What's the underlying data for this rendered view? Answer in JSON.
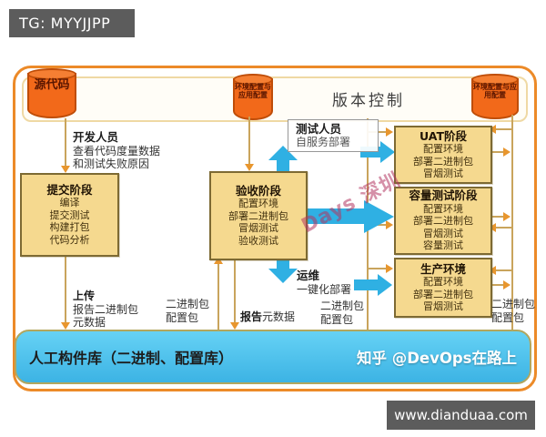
{
  "badge": {
    "text": "TG: MYYJJPP"
  },
  "footer": {
    "url": "www.dianduaa.com"
  },
  "diagram": {
    "version_control": {
      "title": "版本控制",
      "cylinders": [
        {
          "label": "源代码"
        },
        {
          "label": "环境配置与应用配置"
        },
        {
          "label": "环境配置与应用配置"
        }
      ]
    },
    "roles": {
      "developer": {
        "title": "开发人员",
        "line1": "查看代码度量数据",
        "line2": "和测试失败原因"
      },
      "tester": {
        "title": "测试人员",
        "subtitle": "自服务部署"
      },
      "ops": {
        "title": "运维",
        "subtitle": "一键化部署"
      }
    },
    "stages": {
      "commit": {
        "title": "提交阶段",
        "items": [
          "编译",
          "提交测试",
          "构建打包",
          "代码分析"
        ]
      },
      "acceptance": {
        "title": "验收阶段",
        "items": [
          "配置环境",
          "部署二进制包",
          "冒烟测试",
          "验收测试"
        ]
      },
      "uat": {
        "title": "UAT阶段",
        "items": [
          "配置环境",
          "部署二进制包",
          "冒烟测试"
        ]
      },
      "capacity": {
        "title": "容量测试阶段",
        "items": [
          "配置环境",
          "部署二进制包",
          "冒烟测试",
          "容量测试"
        ]
      },
      "production": {
        "title": "生产环境",
        "items": [
          "配置环境",
          "部署二进制包",
          "冒烟测试"
        ]
      }
    },
    "flow_labels": {
      "upload": {
        "title": "上传",
        "line1": "报告二进制包",
        "line2": "元数据"
      },
      "binary_config_left": {
        "line1": "二进制包",
        "line2": "配置包"
      },
      "report_metadata": {
        "bold": "报告",
        "rest": "元数据"
      },
      "binary_config_mid": {
        "line1": "二进制包",
        "line2": "配置包"
      },
      "binary_config_right": {
        "line1": "二进制包",
        "line2": "配置包"
      }
    },
    "artifact_repo": {
      "label": "人工构件库（二进制、配置库）"
    },
    "watermarks": {
      "diagonal": "Days 深圳",
      "zhihu": "知乎 @DevOps在路上"
    }
  },
  "colors": {
    "accent_orange": "#f2691a",
    "flow_blue": "#2fb0e3",
    "stage_fill": "#f5d98f",
    "repo_bar_blue": "#45c4ef",
    "badge_gray": "#5c5c5c"
  }
}
